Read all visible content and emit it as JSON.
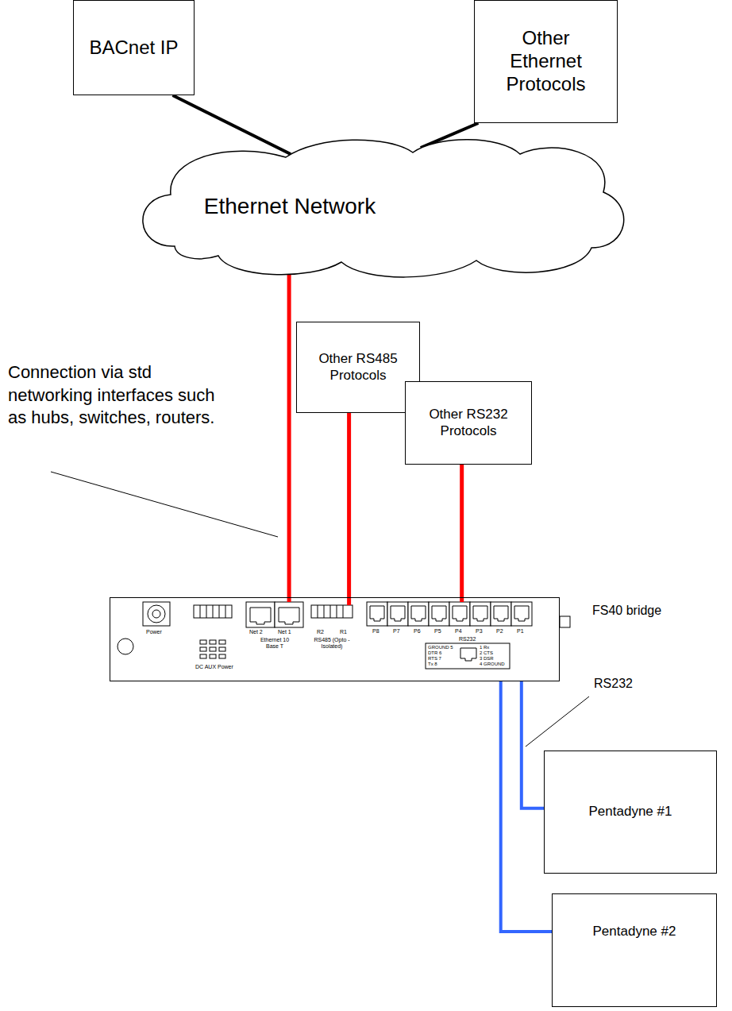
{
  "diagram": {
    "nodes": [
      {
        "text": [
          "BACnet IP"
        ]
      },
      {
        "text": [
          "Other Ethernet Protocols"
        ]
      },
      {
        "text": [
          "Ethernet Network"
        ]
      },
      {
        "text": [
          "Other RS485 Protocols"
        ]
      },
      {
        "text": [
          "Other RS232 Protocols"
        ]
      },
      {
        "text": [
          "FS40 bridge"
        ]
      },
      {
        "text": [
          "Pentadyne #1"
        ]
      },
      {
        "text": [
          "Pentadyne #2"
        ]
      }
    ],
    "edges": [
      {
        "from": 0,
        "to": 2,
        "arrow": "none"
      },
      {
        "from": 1,
        "to": 2,
        "arrow": "none"
      },
      {
        "from": 2,
        "to": 5,
        "arrow": "none"
      },
      {
        "from": 3,
        "to": 5,
        "arrow": "none"
      },
      {
        "from": 4,
        "to": 5,
        "arrow": "none"
      },
      {
        "from": 5,
        "to": 6,
        "arrow": "none"
      },
      {
        "from": 5,
        "to": 7,
        "arrow": "none"
      }
    ],
    "labels": [
      "Connection via std networking interfaces such as hubs, switches, routers.",
      "RS232",
      "Power",
      "DC AUX Power",
      "Net 2",
      "Net 1",
      "Ethernet 10 Base T",
      "R2",
      "R1",
      "RS485 (Opto - Isolated)",
      "P8",
      "P7",
      "P6",
      "P5",
      "P4",
      "P3",
      "P2",
      "P1",
      "RS232",
      "GROUND 5",
      "DTR 6",
      "RTS 7",
      "Tx 8",
      "1 Rx",
      "2 CTS",
      "3 DSR",
      "4 GROUND"
    ]
  }
}
